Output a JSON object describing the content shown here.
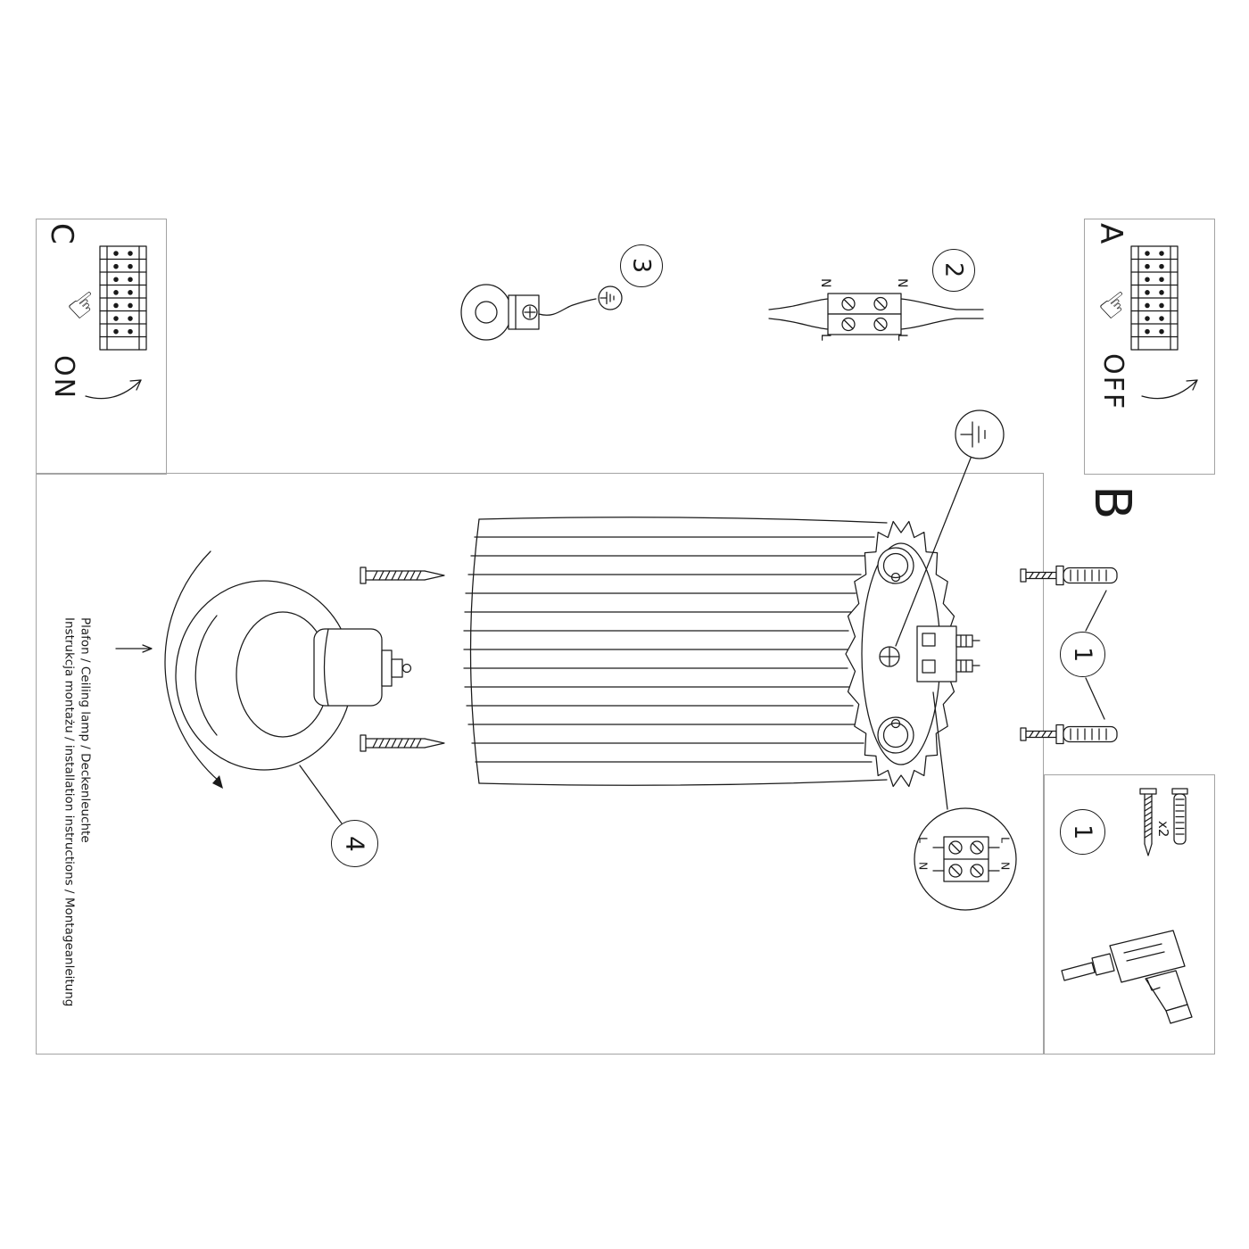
{
  "document": {
    "footer_line1": "Instrukcja montażu / installation instructions / Montageanleitung",
    "footer_line2": "Plafon / Ceiling lamp / Deckenleuchte"
  },
  "sections": {
    "a": "A",
    "b": "B",
    "c": "C"
  },
  "switch_states": {
    "on": "ON",
    "off": "OFF"
  },
  "steps": {
    "s1": "1",
    "s2": "2",
    "s3": "3",
    "s4": "4"
  },
  "wiring": {
    "live": "L",
    "neutral": "N"
  },
  "parts": {
    "screw_quantity": "x2"
  },
  "icons": {
    "pointing_hand": "☞"
  },
  "colors": {
    "line": "#1a1a1a",
    "box_border": "#a3a3a3",
    "background": "#ffffff"
  }
}
